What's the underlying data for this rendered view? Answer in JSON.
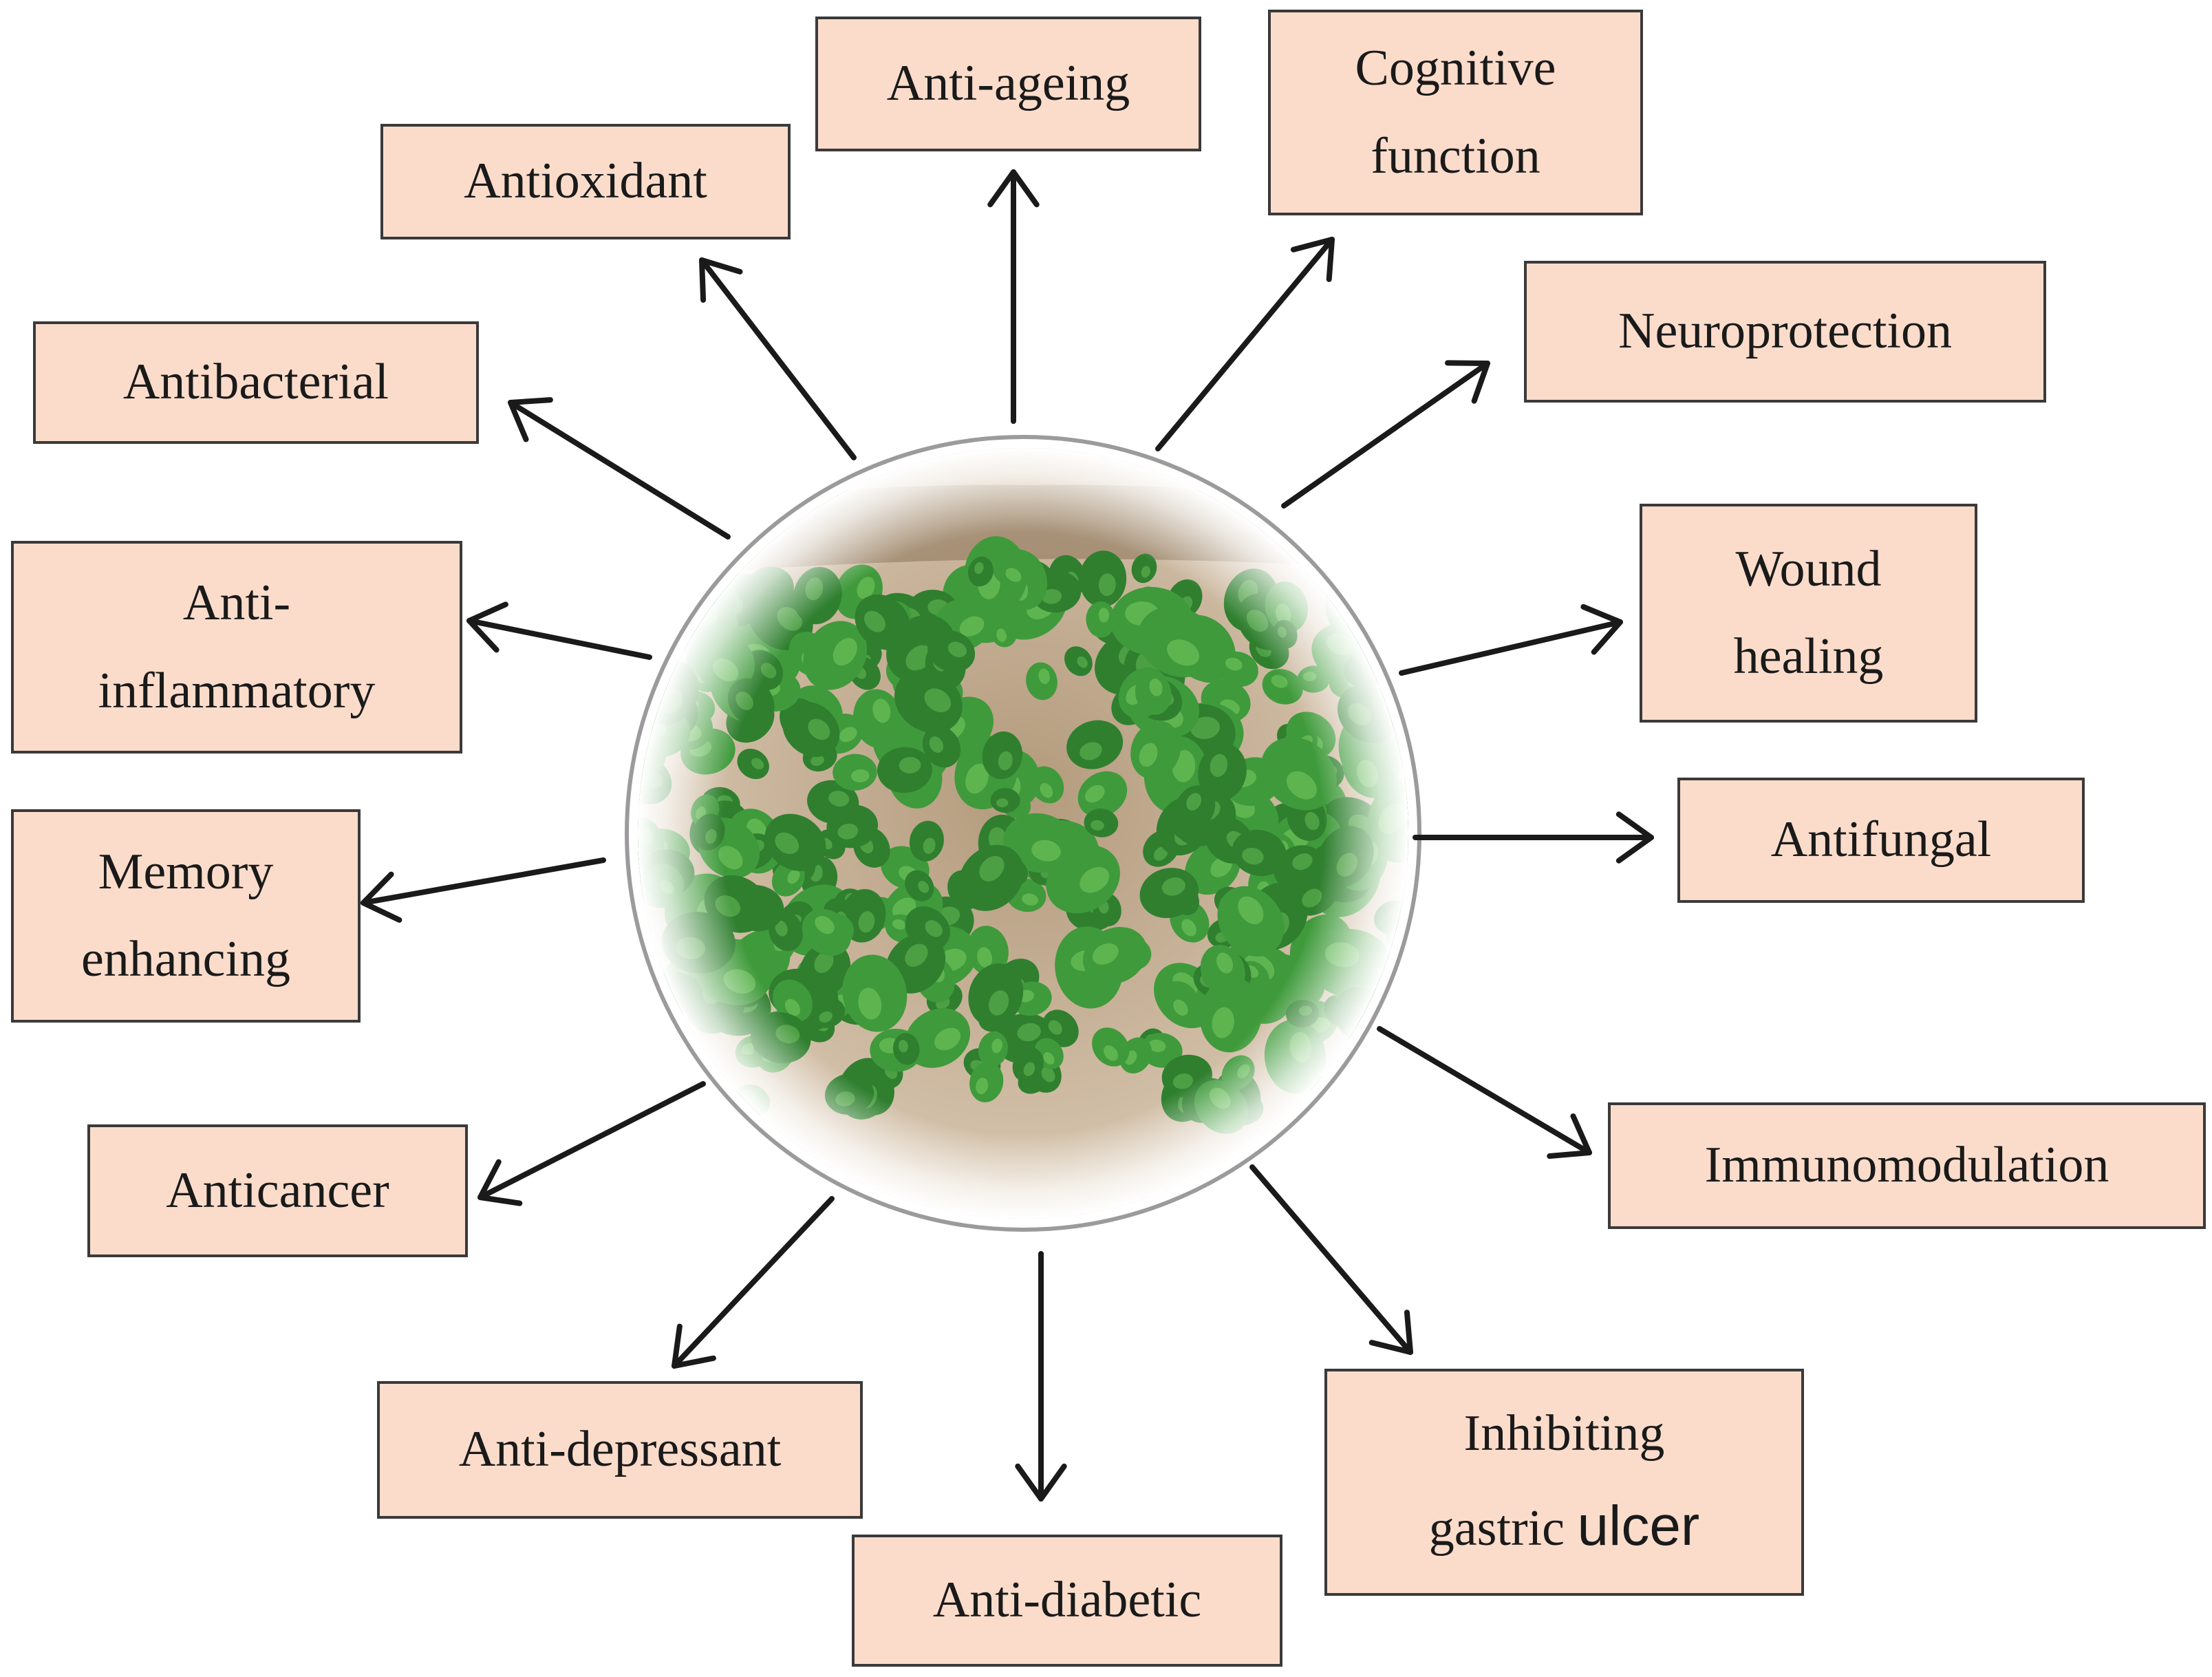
{
  "diagram": {
    "center": {
      "image": "centella-asiatica-plant-photo"
    },
    "box_fill": "#fbdccb",
    "box_border": "#3a3a3a",
    "arrow_color": "#1a1a1a",
    "labels": {
      "anti_ageing": "Anti-ageing",
      "cognitive_l1": "Cognitive",
      "cognitive_l2": "function",
      "antioxidant": "Antioxidant",
      "neuroprotection": "Neuroprotection",
      "antibacterial": "Antibacterial",
      "wound_l1": "Wound",
      "wound_l2": "healing",
      "antiinflam_l1": "Anti-",
      "antiinflam_l2": "inflammatory",
      "antifungal": "Antifungal",
      "memory_l1": "Memory",
      "memory_l2": "enhancing",
      "immunomodulation": "Immunomodulation",
      "anticancer": "Anticancer",
      "gastric_l1": "Inhibiting",
      "gastric_l2a": "gastric ",
      "gastric_l2b": "ulcer",
      "antidepressant": "Anti-depressant",
      "antidiabetic": "Anti-diabetic"
    }
  }
}
